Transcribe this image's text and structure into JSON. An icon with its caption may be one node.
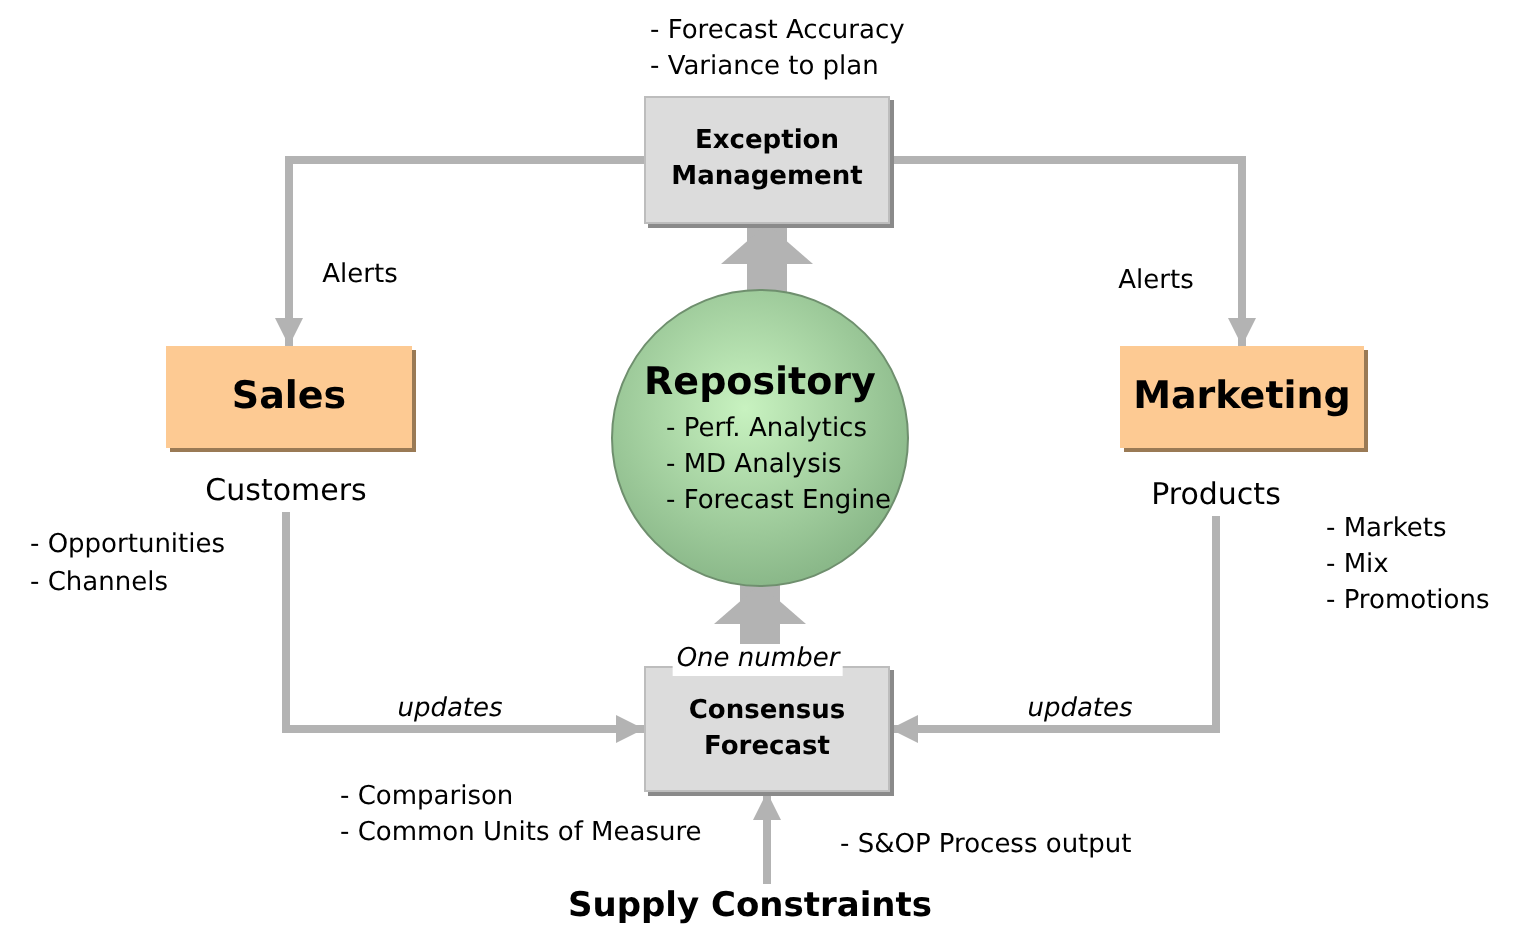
{
  "diagram": {
    "nodes": [
      {
        "text": [
          "Exception Management"
        ]
      },
      {
        "text": [
          "Sales"
        ]
      },
      {
        "text": [
          "Customers"
        ]
      },
      {
        "text": [
          "Repository",
          "- Perf. Analytics",
          "- MD Analysis",
          "- Forecast Engine"
        ]
      },
      {
        "text": [
          "Marketing"
        ]
      },
      {
        "text": [
          "Products"
        ]
      },
      {
        "text": [
          "Consensus Forecast"
        ]
      },
      {
        "text": [
          "Supply Constraints"
        ]
      }
    ],
    "edges": [
      {
        "from": 0,
        "to": 1,
        "arrow": "to",
        "label": "Alerts"
      },
      {
        "from": 0,
        "to": 4,
        "arrow": "to",
        "label": "Alerts"
      },
      {
        "from": 3,
        "to": 0,
        "arrow": "to",
        "style": "thick"
      },
      {
        "from": 6,
        "to": 3,
        "arrow": "to",
        "style": "thick",
        "label": "One number"
      },
      {
        "from": 2,
        "to": 6,
        "arrow": "to",
        "label": "updates"
      },
      {
        "from": 5,
        "to": 6,
        "arrow": "to",
        "label": "updates"
      },
      {
        "from": 7,
        "to": 6,
        "arrow": "to"
      }
    ],
    "labels": [
      "- Forecast Accuracy",
      "- Variance to plan",
      "- Opportunities",
      "- Channels",
      "- Markets",
      "- Mix",
      "- Promotions",
      "- Comparison",
      "- Common Units of Measure",
      "- S&OP Process output"
    ]
  }
}
